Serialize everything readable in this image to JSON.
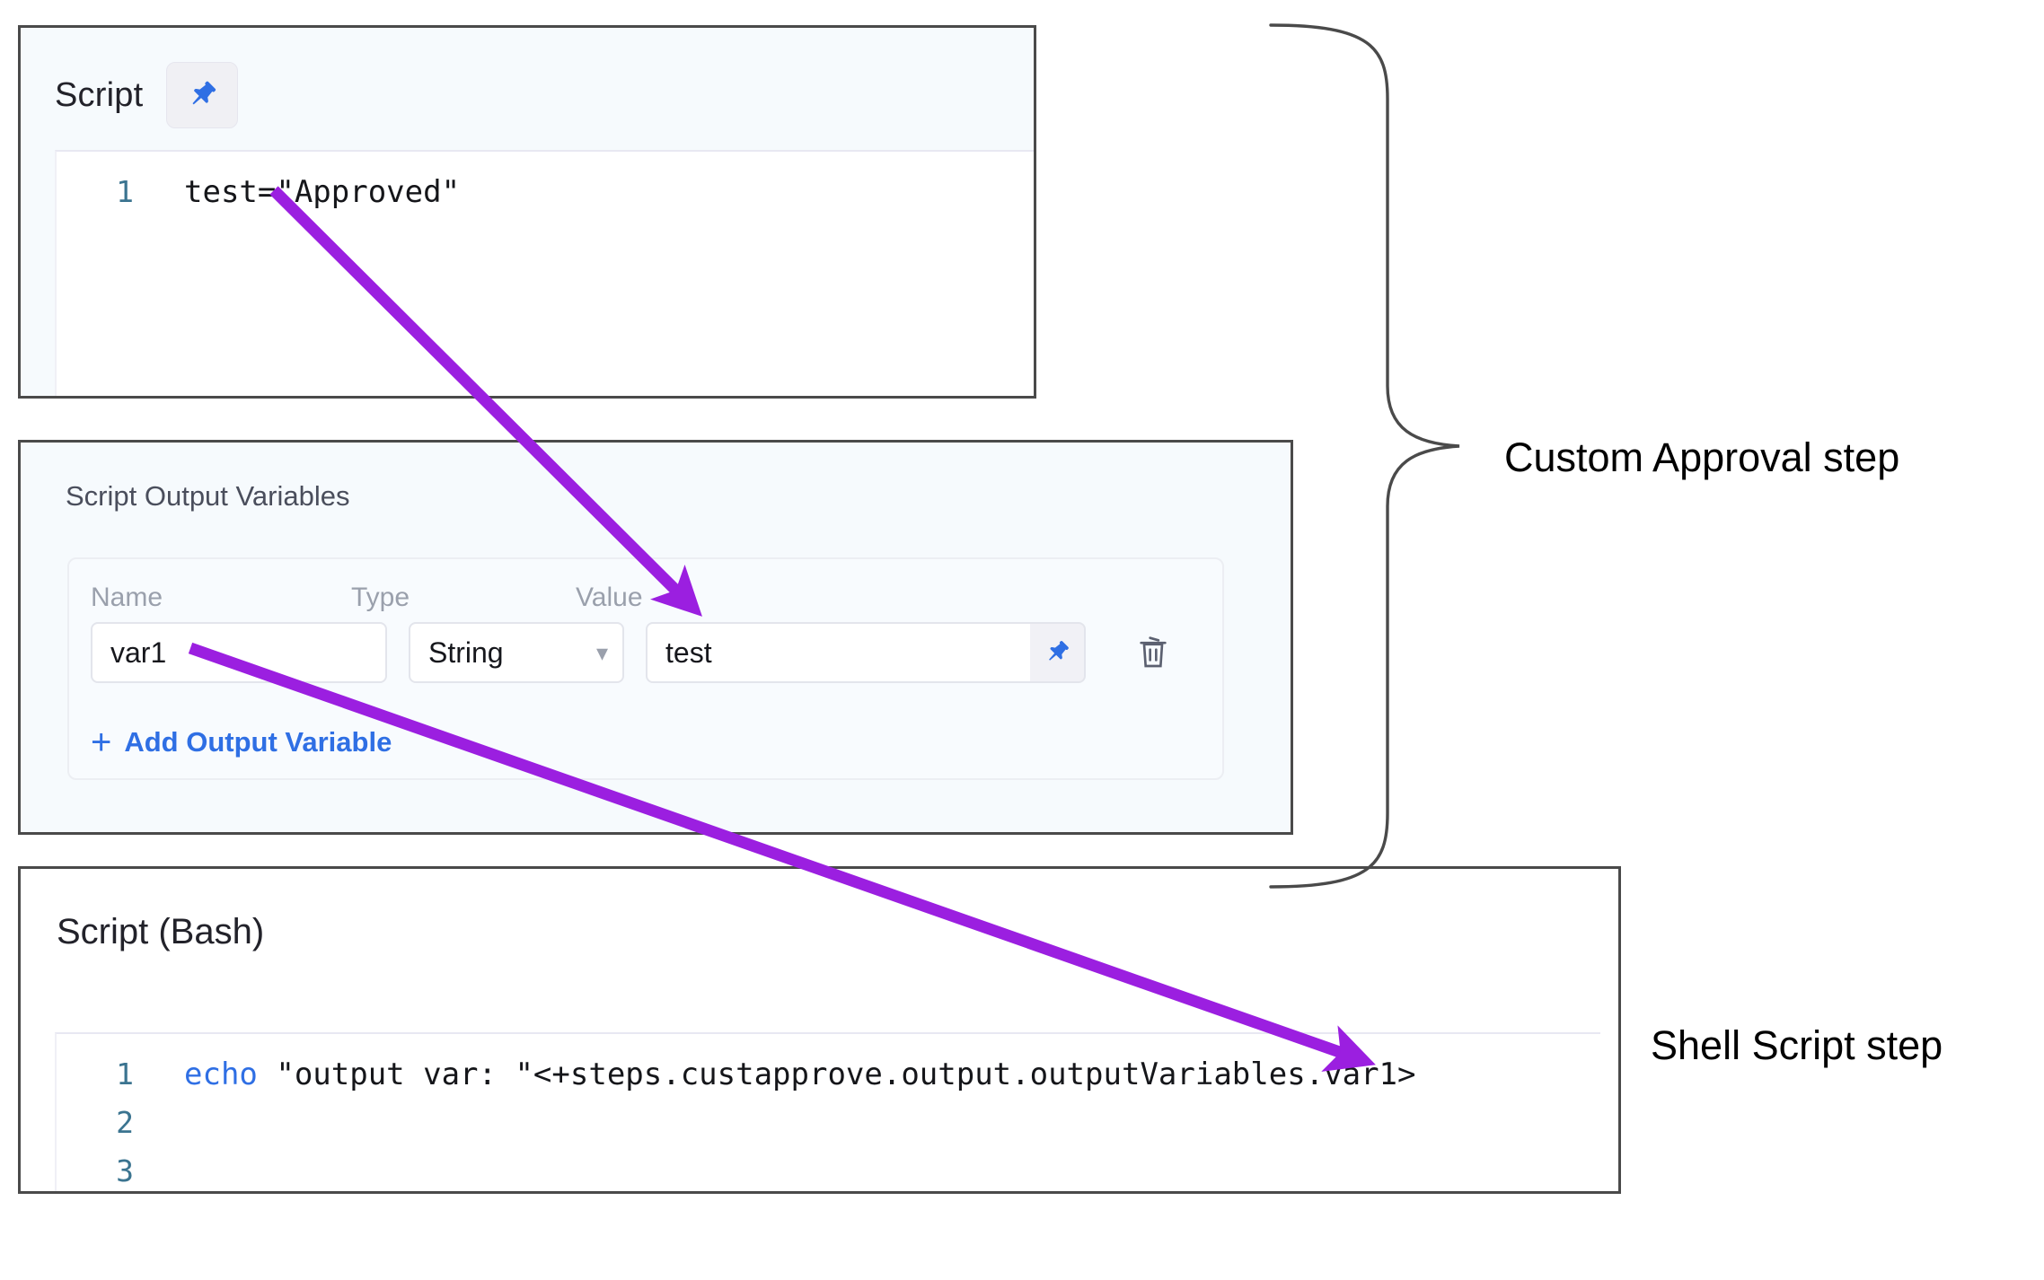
{
  "script_panel": {
    "title": "Script",
    "pin_icon": "pushpin-icon",
    "code_lines": [
      {
        "number": "1",
        "text": "test=\"Approved\""
      }
    ]
  },
  "output_variables_panel": {
    "title": "Script Output Variables",
    "columns": {
      "name": "Name",
      "type": "Type",
      "value": "Value"
    },
    "rows": [
      {
        "name": "var1",
        "type": "String",
        "value": "test",
        "pin_icon": "pushpin-icon",
        "delete_icon": "trash-icon",
        "chevron_icon": "chevron-down-icon"
      }
    ],
    "add_link": {
      "plus_icon": "+",
      "label": "Add Output Variable"
    }
  },
  "bash_panel": {
    "title": "Script (Bash)",
    "code_lines": [
      {
        "number": "1",
        "keyword": "echo",
        "text": " \"output var: \"<+steps.custapprove.output.outputVariables.var1>"
      },
      {
        "number": "2",
        "keyword": "",
        "text": ""
      },
      {
        "number": "3",
        "keyword": "",
        "text": ""
      }
    ]
  },
  "annotations": {
    "brace_label": "Custom Approval step",
    "shell_label": "Shell Script step",
    "arrow_color": "#9B1FE0",
    "brace_color": "#4a4a4a"
  }
}
